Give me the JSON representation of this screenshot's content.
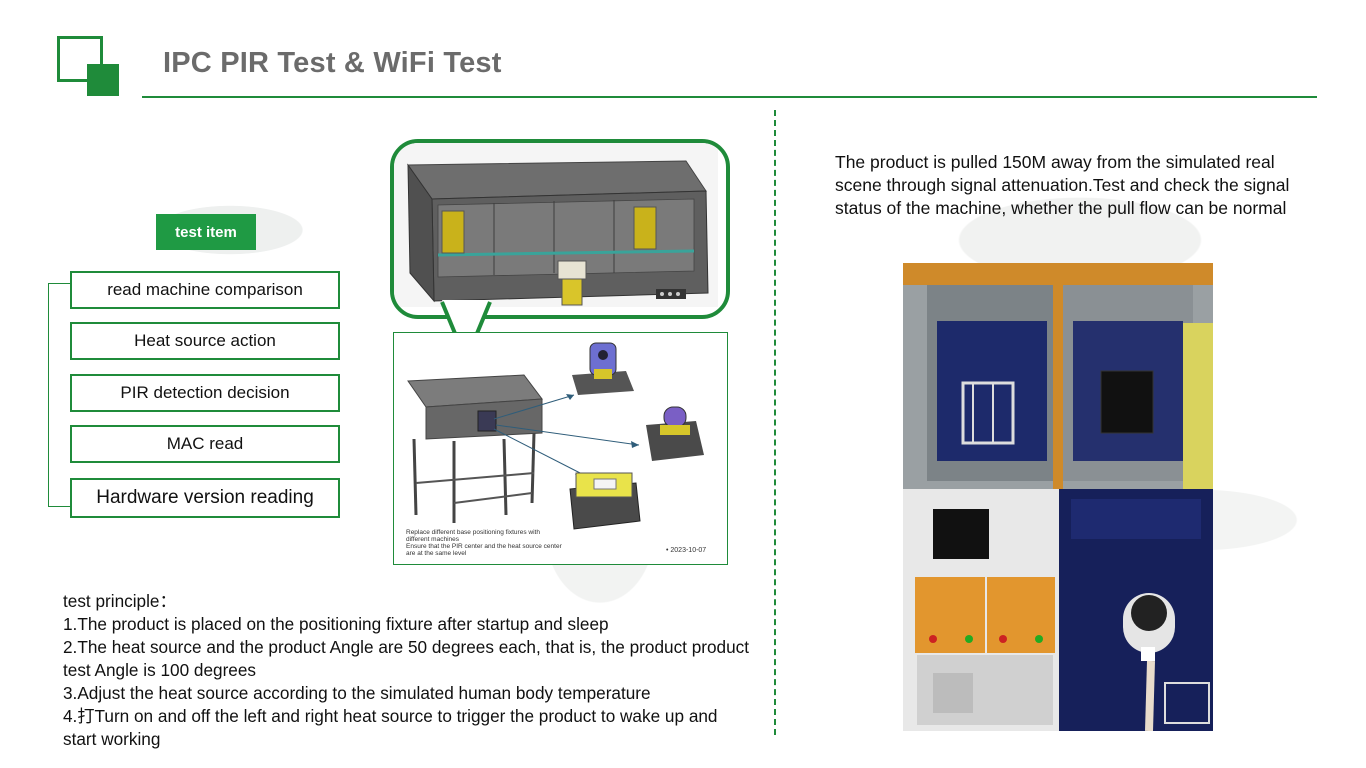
{
  "header": {
    "title": "IPC PIR Test & WiFi Test",
    "accent_color": "#1f8b3a"
  },
  "test_items": {
    "badge": "test item",
    "items": [
      "read machine comparison",
      "Heat source action",
      "PIR detection decision",
      "MAC read",
      "Hardware version reading"
    ]
  },
  "fixture": {
    "caption_lines": [
      "Replace different base positioning fixtures with",
      "different machines",
      "Ensure that the PIR center and the heat source center",
      "are at the same level"
    ],
    "date": "• 2023-10-07"
  },
  "principle": {
    "lines": [
      "test principle：",
      "1.The product is placed on the positioning fixture after startup and sleep",
      "2.The heat source and the product Angle are 50 degrees each, that is, the product product test Angle is 100 degrees",
      "3.Adjust the heat source according to the simulated human body temperature",
      "4.打Turn on and off the left and right heat source to trigger the product to wake up and start working"
    ]
  },
  "wifi": {
    "description": "The product is pulled 150M away from the simulated real scene through signal attenuation.Test and check the signal status of the machine, whether the pull flow can be normal"
  }
}
